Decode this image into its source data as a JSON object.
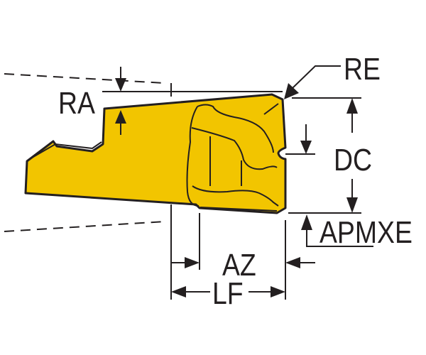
{
  "diagram": {
    "title": "Cutting insert dimension diagram",
    "labels": {
      "ra": "RA",
      "re": "RE",
      "dc": "DC",
      "apmxe": "APMXE",
      "az": "AZ",
      "lf": "LF"
    },
    "colors": {
      "insert_fill": "#f2c500",
      "outline": "#231f20",
      "background": "#ffffff"
    }
  }
}
